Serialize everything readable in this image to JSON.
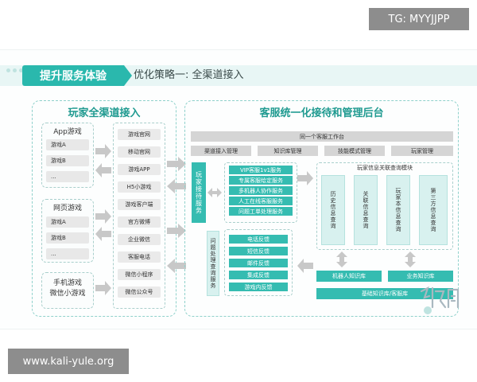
{
  "watermarks": {
    "top": "TG: MYYJJPP",
    "bottom": "www.kali-yule.org"
  },
  "header": {
    "tag": "提升服务体验",
    "subtitle": "优化策略一: 全渠道接入"
  },
  "left_panel": {
    "title": "玩家全渠道接入",
    "groups": [
      {
        "title": "App游戏",
        "items": [
          "游戏A",
          "游戏B",
          "..."
        ]
      },
      {
        "title": "网页游戏",
        "items": [
          "游戏A",
          "游戏B",
          "..."
        ]
      },
      {
        "title": "手机游戏\n微信小游戏",
        "items": []
      }
    ],
    "channels": [
      "游戏官网",
      "移动官网",
      "游戏APP",
      "H5小游戏",
      "游戏客户端",
      "官方微博",
      "企业微信",
      "客服电话",
      "微信小程序",
      "微信公众号"
    ]
  },
  "right_panel": {
    "title": "客服统一化接待和管理后台",
    "workspace": "同一个客服工作台",
    "modules": [
      "渠道接入管理",
      "知识库管理",
      "技能模式管理",
      "玩家管理"
    ],
    "reception_label": "玩家接待服务",
    "services": [
      "VIP客服1v1服务",
      "专属客服给定服务",
      "多机器人协作服务",
      "人工在线客服服务",
      "问题工单处理服务"
    ],
    "ticket_label": "问题处理查询服务",
    "tickets": [
      "电话反馈",
      "短信反馈",
      "邮件反馈",
      "集成反馈",
      "游戏内反馈"
    ],
    "query_title": "玩家信息关联查询模块",
    "query_items": [
      "历史信息查询",
      "关联信息查询",
      "玩家本信息查询",
      "第三方信息查询"
    ],
    "bottom_left": "机器人知识库",
    "bottom_right": "业务知识库",
    "bottom_bar": "基础知识库/客服库"
  },
  "colors": {
    "accent": "#2ab8ad",
    "tile_teal": "#35bcb1",
    "dashed_border": "#8fd1cb"
  }
}
